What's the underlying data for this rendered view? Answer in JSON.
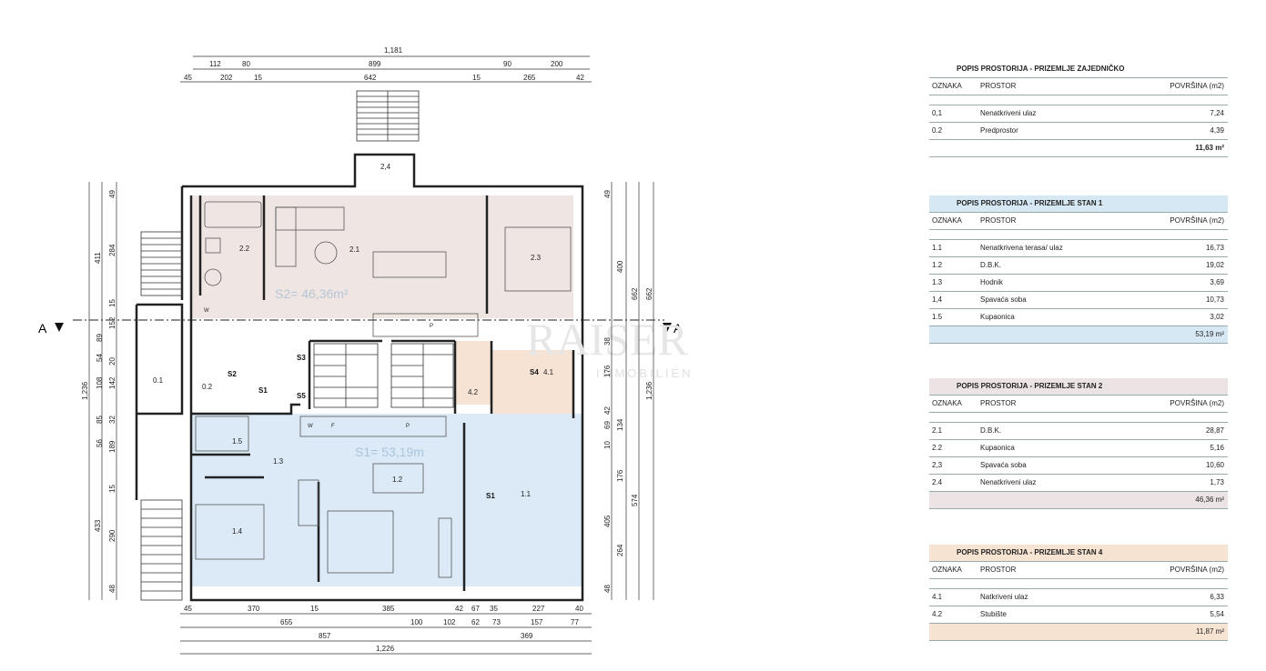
{
  "tables": [
    {
      "title": "POPIS PROSTORIJA - PRIZEMLJE ZAJEDNIČKO",
      "header_color": "#ffffff",
      "headers": [
        "OZNAKA",
        "PROSTOR",
        "POVRŠINA (m2)"
      ],
      "rows": [
        [
          "0,1",
          "Nenatkriveni ulaz",
          "7,24"
        ],
        [
          "0.2",
          "Predprostor",
          "4,39"
        ]
      ],
      "total": "11,63 m²",
      "total_color": "#ffffff"
    },
    {
      "title": "POPIS PROSTORIJA - PRIZEMLJE STAN 1",
      "header_color": "#d6e8f4",
      "headers": [
        "OZNAKA",
        "PROSTOR",
        "POVRŠINA (m2)"
      ],
      "rows": [
        [
          "1.1",
          "Nenatkrivena terasa/ ulaz",
          "16,73"
        ],
        [
          "1.2",
          "D.B.K.",
          "19,02"
        ],
        [
          "1.3",
          "Hodnik",
          "3,69"
        ],
        [
          "1,4",
          "Spavaća soba",
          "10,73"
        ],
        [
          "1.5",
          "Kupaonica",
          "3,02"
        ]
      ],
      "total": "53,19 m²",
      "total_color": "#d6e8f4"
    },
    {
      "title": "POPIS PROSTORIJA - PRIZEMLJE STAN 2",
      "header_color": "#ece4e4",
      "headers": [
        "OZNAKA",
        "PROSTOR",
        "POVRŠINA (m2)"
      ],
      "rows": [
        [
          "2.1",
          "D.B.K.",
          "28,87"
        ],
        [
          "2.2",
          "Kupaonica",
          "5,16"
        ],
        [
          "2,3",
          "Spavaća soba",
          "10,60"
        ],
        [
          "2.4",
          "Nenatkriveni ulaz",
          "1,73"
        ]
      ],
      "total": "46,36 m²",
      "total_color": "#ece4e4"
    },
    {
      "title": "POPIS PROSTORIJA - PRIZEMLJE STAN 4",
      "header_color": "#f7e3d2",
      "headers": [
        "OZNAKA",
        "PROSTOR",
        "POVRŠINA (m2)"
      ],
      "rows": [
        [
          "4.1",
          "Natkriveni ulaz",
          "6,33"
        ],
        [
          "4.2",
          "Stubište",
          "5,54"
        ]
      ],
      "total": "11,87 m²",
      "total_color": "#f7e3d2"
    }
  ],
  "plan": {
    "dims_top": {
      "overall": "1,181",
      "row1": [
        "112",
        "80",
        "899",
        "90",
        "200"
      ],
      "row2": [
        "45",
        "202",
        "15",
        "642",
        "15",
        "265",
        "42"
      ]
    },
    "dims_bottom": {
      "row1": [
        "45",
        "370",
        "15",
        "385",
        "42",
        "67",
        "35",
        "227",
        "40"
      ],
      "row2": [
        "655",
        "100",
        "102",
        "62",
        "73",
        "157",
        "77"
      ],
      "row3": [
        "857",
        "369"
      ],
      "overall": "1,226"
    },
    "dims_left": {
      "outer": "1,236",
      "mid": [
        "411",
        "433"
      ],
      "inner": [
        "49",
        "284",
        "15",
        "152",
        "89",
        "54",
        "20",
        "108",
        "142",
        "85",
        "32",
        "56",
        "189",
        "15",
        "290",
        "48"
      ]
    },
    "dims_right": {
      "inner": [
        "49",
        "400",
        "38",
        "176",
        "42",
        "69",
        "10",
        "134",
        "176",
        "405",
        "264",
        "48"
      ],
      "mid": [
        "662",
        "574"
      ],
      "outer": [
        "662",
        "1,236"
      ]
    },
    "rooms": {
      "r01": "0.1",
      "r02": "0.2",
      "r11": "1.1",
      "r12": "1.2",
      "r13": "1.3",
      "r14": "1.4",
      "r15": "1.5",
      "r21": "2.1",
      "r22": "2.2",
      "r23": "2.3",
      "r24": "2,4",
      "r41": "4.1",
      "r42": "4.2"
    },
    "area_s1": "S1= 53,19m",
    "area_s2": "S2= 46,36m²",
    "stairs": {
      "s1a": "S1",
      "s1b": "S1",
      "s2": "S2",
      "s3": "S3",
      "s4": "S4",
      "s5": "S5"
    },
    "section_left": "A",
    "section_right": "A",
    "appliances": {
      "w1": "W",
      "w2": "W",
      "f": "F",
      "p1": "P",
      "p2": "P"
    },
    "watermark_1": "RAISER",
    "watermark_2": "IMMOBILIEN",
    "colors": {
      "stan1": "#dbeaf6",
      "stan2": "#efe6e4",
      "stan4": "#f6e3d3",
      "wall": "#222222"
    }
  }
}
